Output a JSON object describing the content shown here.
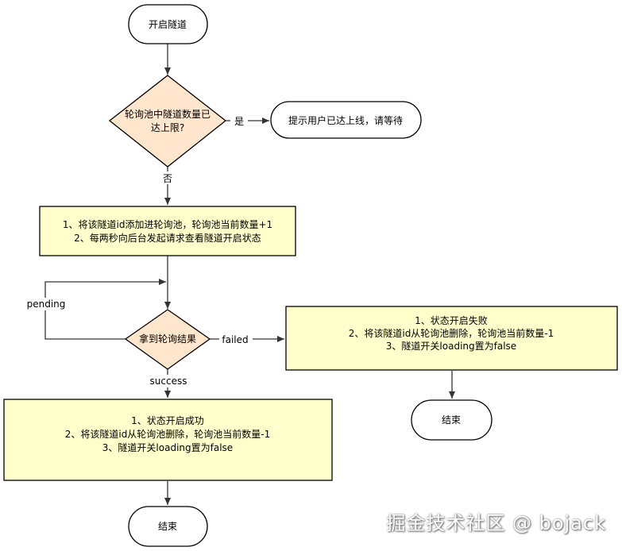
{
  "colors": {
    "stroke": "#000000",
    "process_fill": "#ffffcc",
    "decision_fill": "#ffe6cc",
    "terminal_fill": "#ffffff"
  },
  "nodes": {
    "start": "开启隧道",
    "check_limit": [
      "轮询池中隧道数量已",
      "达上限?"
    ],
    "notify_user": "提示用户已达上线，请等待",
    "add_to_poll": [
      "1、将该隧道id添加进轮询池，轮询池当前数量+1",
      "2、每两秒向后台发起请求查看隧道开启状态"
    ],
    "poll_result": "拿到轮询结果",
    "failed_process": [
      "1、状态开启失败",
      "2、将该隧道id从轮询池删除，轮询池当前数量-1",
      "3、隧道开关loading置为false"
    ],
    "end_failed": "结束",
    "success_process": [
      "1、状态开启成功",
      "2、将该隧道id从轮询池删除，轮询池当前数量-1",
      "3、隧道开关loading置为false"
    ],
    "end_success": "结束"
  },
  "edges": {
    "yes": "是",
    "no": "否",
    "pending": "pending",
    "failed": "failed",
    "success": "success"
  },
  "watermark": "掘金技术社区 @ bojack"
}
